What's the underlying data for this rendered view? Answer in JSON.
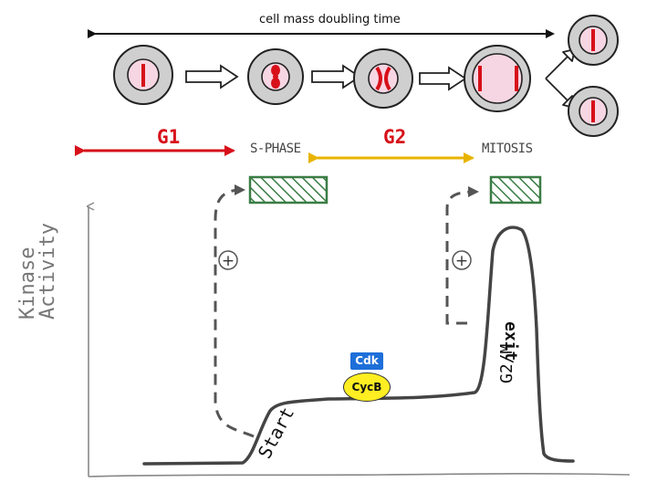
{
  "title": "cell mass doubling time",
  "phases": {
    "g1": "G1",
    "g2": "G2",
    "s_phase": "S-PHASE",
    "mitosis": "MITOSIS"
  },
  "axis": {
    "y_label_line1": "Kinase",
    "y_label_line2": "Activity"
  },
  "markers": {
    "start": "Start",
    "g2m": "G2/M",
    "exit": "exit",
    "plus_1": "+",
    "plus_2": "+"
  },
  "complex": {
    "cdk": "Cdk",
    "cycb": "CycB"
  },
  "colors": {
    "g1_arrow": "#d7101a",
    "g2_arrow": "#e8b400",
    "chromosome": "#d7101a",
    "cell_fill": "#cfcfcf",
    "nucleus_fill": "#f6d6e2",
    "s_box": "#3a7d44",
    "kinase_curve": "#444444",
    "cdk": "#1e6fd9",
    "cycb": "#ffee22"
  }
}
